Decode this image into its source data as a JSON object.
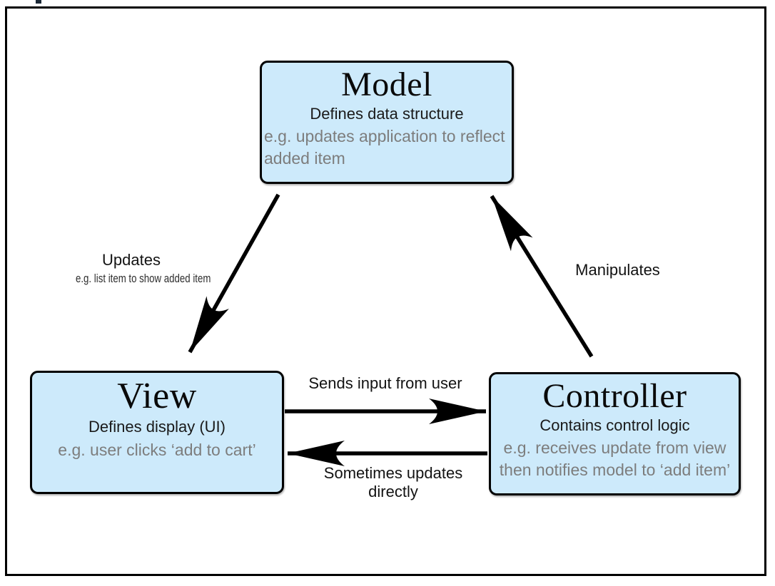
{
  "nodes": {
    "model": {
      "title": "Model",
      "subtitle": "Defines data structure",
      "example_lines": [
        "e.g. updates application to reflect",
        "added item"
      ]
    },
    "view": {
      "title": "View",
      "subtitle": "Defines display (UI)",
      "example_lines": [
        "e.g. user clicks ‘add to cart’"
      ]
    },
    "controller": {
      "title": "Controller",
      "subtitle": "Contains control logic",
      "example_lines": [
        "e.g. receives update from view",
        "then notifies model to ‘add item’"
      ]
    }
  },
  "edges": {
    "model_to_view": {
      "label": "Updates",
      "sublabel": "e.g. list item to show added item"
    },
    "controller_to_model": {
      "label": "Manipulates"
    },
    "view_to_controller": {
      "label": "Sends input from user"
    },
    "controller_to_view": {
      "label": "Sometimes updates directly"
    }
  },
  "colors": {
    "node_fill": "#cdeafb",
    "node_border": "#000000",
    "arrow": "#000000",
    "text_dark": "#1a1a1a",
    "text_muted": "#7d7d7d"
  }
}
